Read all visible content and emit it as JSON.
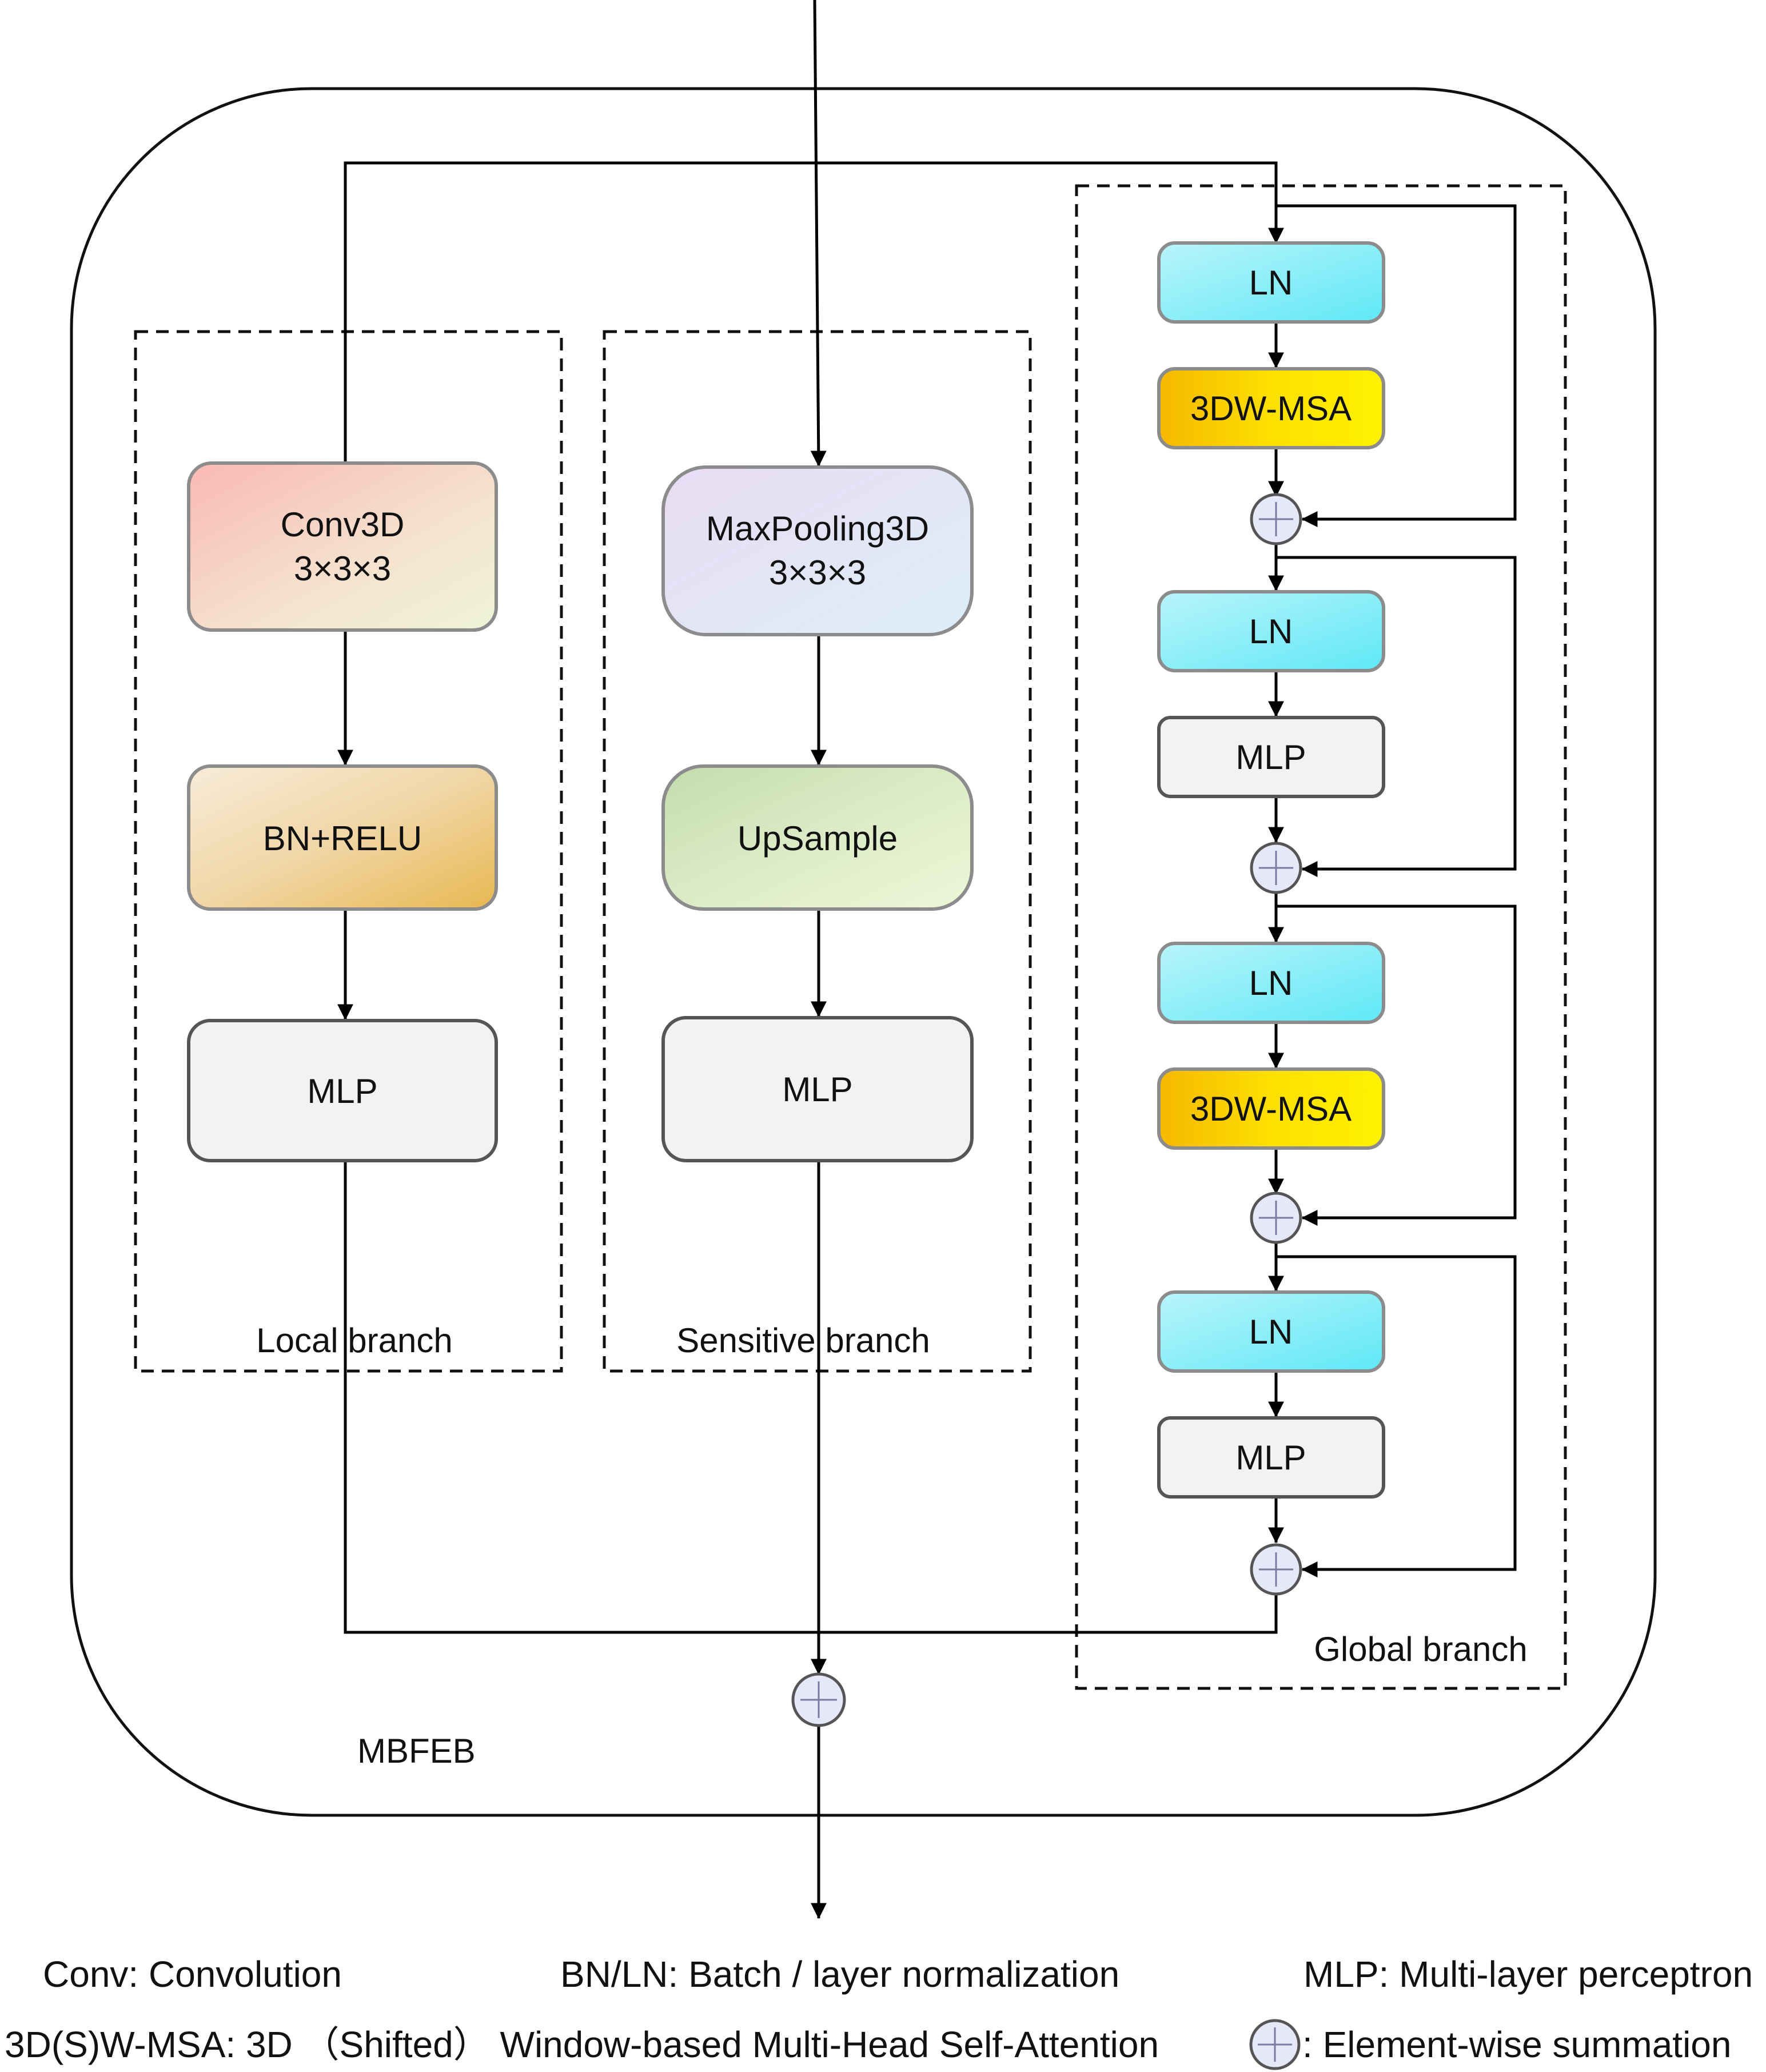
{
  "diagram": {
    "container_label": "MBFEB",
    "branches": {
      "local": "Local branch",
      "sensitive": "Sensitive branch",
      "global": "Global branch"
    },
    "blocks": {
      "conv3d": {
        "line1": "Conv3D",
        "line2": "3×3×3"
      },
      "bn_relu": "BN+RELU",
      "local_mlp": "MLP",
      "maxpool": {
        "line1": "MaxPooling3D",
        "line2": "3×3×3"
      },
      "upsample": "UpSample",
      "sensitive_mlp": "MLP",
      "global": [
        {
          "id": "ln1",
          "label": "LN"
        },
        {
          "id": "msa1",
          "label": "3DW-MSA"
        },
        {
          "id": "ln2",
          "label": "LN"
        },
        {
          "id": "mlp1",
          "label": "MLP"
        },
        {
          "id": "ln3",
          "label": "LN"
        },
        {
          "id": "msa2",
          "label": "3DW-MSA"
        },
        {
          "id": "ln4",
          "label": "LN"
        },
        {
          "id": "mlp2",
          "label": "MLP"
        }
      ]
    }
  },
  "legend": {
    "conv": "Conv: Convolution",
    "bnln": "BN/LN: Batch / layer normalization",
    "mlp": "MLP:  Multi-layer perceptron",
    "msa": "3D(S)W-MSA:  3D （Shifted） Window-based Multi-Head Self-Attention",
    "sum": ": Element-wise summation"
  },
  "colors": {
    "conv_start": "#f9b8b4",
    "conv_end": "#eef4d6",
    "bn_start": "#f7ecd9",
    "bn_end": "#e7b750",
    "maxpool_start": "#e9dcf3",
    "maxpool_end": "#ddeefa",
    "upsample_start": "#c3dcac",
    "upsample_end": "#eef6d8",
    "ln_start": "#b9f4fb",
    "ln_end": "#5fe8f6",
    "msa_start": "#f5b800",
    "msa_end": "#fff200",
    "mlp_fill": "#f2f2f2",
    "sum_fill": "#e6e7f8",
    "box_stroke": "#8c8c8c"
  }
}
